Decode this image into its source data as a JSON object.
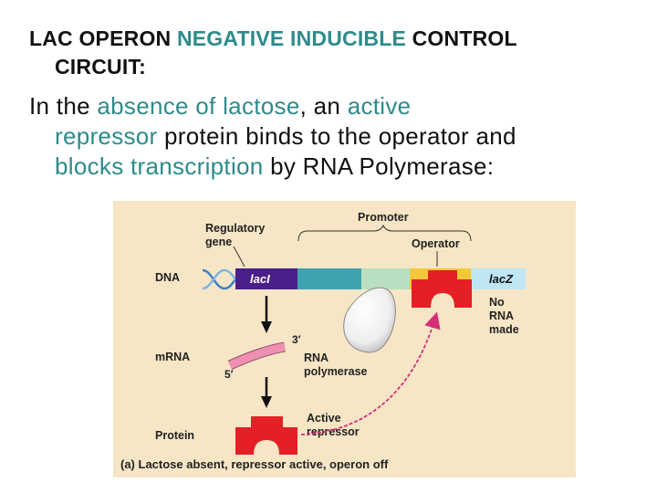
{
  "title": {
    "part1": "LAC OPERON ",
    "highlight": "NEGATIVE INDUCIBLE",
    "part2": " CONTROL",
    "line2": "CIRCUIT:"
  },
  "body": {
    "t1": "In the ",
    "h1": "absence of lactose",
    "t2": ", an ",
    "h2": "active",
    "h3": "repressor",
    "t3": " protein binds to the operator and",
    "h4": "blocks transcription",
    "t4": " by RNA Polymerase:"
  },
  "colors": {
    "highlight": "#2e8b8a",
    "figure_bg": "#f7e6c6",
    "laci": "#4a1f8a",
    "promoter_teal": "#3ea3b0",
    "promoter_green": "#b9dfc0",
    "operator": "#f5c83a",
    "lacz": "#bfe6f3",
    "repressor": "#e41f26",
    "mrna": "#ef8fb2",
    "arrow": "#d62f7a"
  },
  "figure": {
    "regulatory_gene": [
      "Regulatory",
      "gene"
    ],
    "promoter": "Promoter",
    "operator": "Operator",
    "dna": "DNA",
    "laci": "lacI",
    "lacz": "lacZ",
    "no_rna": [
      "No",
      "RNA",
      "made"
    ],
    "three_prime": "3′",
    "five_prime": "5′",
    "mrna": "mRNA",
    "rna_polymerase": [
      "RNA",
      "polymerase"
    ],
    "protein": "Protein",
    "active_repressor": [
      "Active",
      "repressor"
    ],
    "caption": "(a) Lactose absent, repressor active, operon off"
  }
}
